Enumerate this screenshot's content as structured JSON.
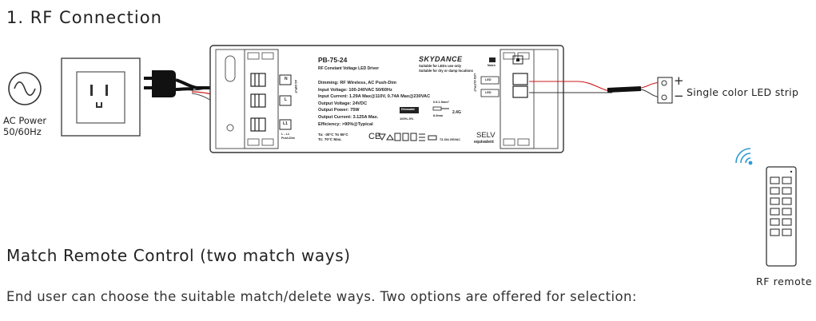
{
  "section_title": "1. RF Connection",
  "ac_power": {
    "line1": "AC Power",
    "line2": "50/60Hz"
  },
  "driver": {
    "model": "PB-75-24",
    "type_line": "RF Constant Voltage LED Driver",
    "brand": "SKYDANCE",
    "brand_note1": "Suitable for LEDs use only",
    "brand_note2": "Suitable for dry or damp locations",
    "specs": [
      "Dimming: RF Wireless, AC Push-Dim",
      "Input Voltage: 100-240VAC 50/60Hz",
      "Input Current: 1.29A Max@110V, 0.74A Max@230VAC",
      "Output Voltage: 24VDC",
      "Output Power: 75W",
      "Output Current: 3.125A Max.",
      "Efficiency: >90%@Typical"
    ],
    "temp1": "Ta: -30°C To 55°C",
    "temp2": "Tc: 70°C Max.",
    "dimmable": "Dimmable",
    "dim_range": "100%-0%",
    "wire_range": "0.5-1.5mm²",
    "strip_len": "8-9mm",
    "freq": "2.4G",
    "selv1": "SELV",
    "selv2": "equivalent",
    "terminal_n": "N",
    "terminal_l": "L",
    "terminal_l1": "L1",
    "ac_input_vertical": "AC INPUT",
    "push_dim1": "L↔L1",
    "push_dim2": "Push-Dim",
    "led_output_vertical": "LED OUTPUT",
    "led_plus": "LED",
    "led_minus": "LED",
    "match_label": "Match",
    "certs": "CE",
    "fuse": "T3.15A 250VAC"
  },
  "led_strip_label": "Single color LED strip",
  "plus_sign": "+",
  "minus_sign": "−",
  "remote_label": "RF remote",
  "match_title": "Match Remote Control (two match ways)",
  "match_desc": "End user can choose the suitable match/delete ways. Two options are offered for selection:"
}
